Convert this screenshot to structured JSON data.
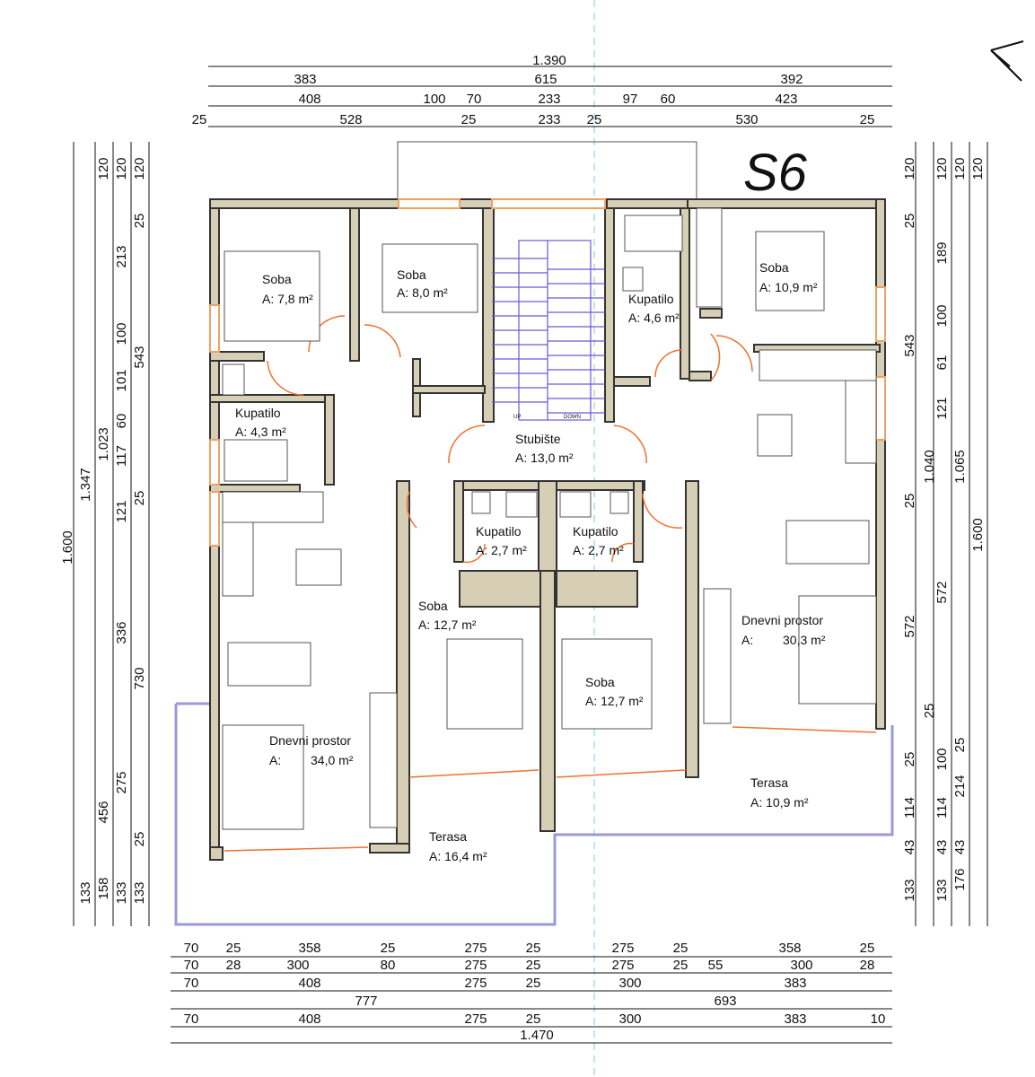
{
  "sheet_label": "S6",
  "rooms": {
    "soba_a": {
      "name": "Soba",
      "area": "A: 7,8 m²"
    },
    "soba_b": {
      "name": "Soba",
      "area": "A: 8,0 m²"
    },
    "kupatilo_a": {
      "name": "Kupatilo",
      "area": "A: 4,6 m²"
    },
    "soba_c": {
      "name": "Soba",
      "area": "A: 10,9 m²"
    },
    "kupatilo_b": {
      "name": "Kupatilo",
      "area": "A: 4,3 m²"
    },
    "stubiste": {
      "name": "Stubište",
      "area": "A: 13,0 m²"
    },
    "kupatilo_c": {
      "name": "Kupatilo",
      "area": "A: 2,7 m²"
    },
    "kupatilo_d": {
      "name": "Kupatilo",
      "area": "A: 2,7 m²"
    },
    "soba_d": {
      "name": "Soba",
      "area": "A: 12,7 m²"
    },
    "soba_e": {
      "name": "Soba",
      "area": "A: 12,7 m²"
    },
    "dnevni_left": {
      "name": "Dnevni prostor",
      "area_prefix": "A:",
      "area": "34,0 m²"
    },
    "dnevni_right": {
      "name": "Dnevni prostor",
      "area_prefix": "A:",
      "area": "30,3 m²"
    },
    "terasa_a": {
      "name": "Terasa",
      "area": "A: 16,4 m²"
    },
    "terasa_b": {
      "name": "Terasa",
      "area": "A: 10,9 m²"
    }
  },
  "stair_labels": {
    "up": "UP",
    "down": "DOWN"
  },
  "dimensions": {
    "top_row1": [
      "1.390"
    ],
    "top_row2": [
      "383",
      "615",
      "392"
    ],
    "top_row3": [
      "408",
      "100",
      "70",
      "233",
      "97",
      "60",
      "423"
    ],
    "top_row4": [
      "25",
      "528",
      "25",
      "233",
      "25",
      "530",
      "25"
    ],
    "left_outer": [
      "1.600"
    ],
    "left_2": [
      "1.347",
      "133"
    ],
    "left_3": [
      "120",
      "1.023",
      "456",
      "158"
    ],
    "left_4": [
      "120",
      "213",
      "100",
      "101",
      "60",
      "117",
      "121",
      "336",
      "275",
      "133"
    ],
    "left_5": [
      "120",
      "25",
      "543",
      "25",
      "730",
      "25",
      "133"
    ],
    "right_1": [
      "120",
      "25",
      "543",
      "25",
      "572",
      "25",
      "25",
      "114",
      "43",
      "133"
    ],
    "right_2": [
      "120",
      "189",
      "100",
      "61",
      "121",
      "1.040",
      "100",
      "114",
      "43",
      "133"
    ],
    "right_3": [
      "120",
      "1.065",
      "25",
      "214",
      "43",
      "176"
    ],
    "right_4": [
      "120",
      "1.600"
    ],
    "bottom_row1": [
      "70",
      "25",
      "358",
      "25",
      "275",
      "25",
      "275",
      "25",
      "358",
      "25"
    ],
    "bottom_row2": [
      "70",
      "28",
      "300",
      "80",
      "275",
      "25",
      "275",
      "25",
      "55",
      "300",
      "28"
    ],
    "bottom_row3": [
      "70",
      "408",
      "275",
      "25",
      "300",
      "383"
    ],
    "bottom_row4": [
      "777",
      "693"
    ],
    "bottom_row5": [
      "70",
      "408",
      "275",
      "25",
      "300",
      "383",
      "10"
    ],
    "bottom_row6": [
      "1.470"
    ]
  }
}
